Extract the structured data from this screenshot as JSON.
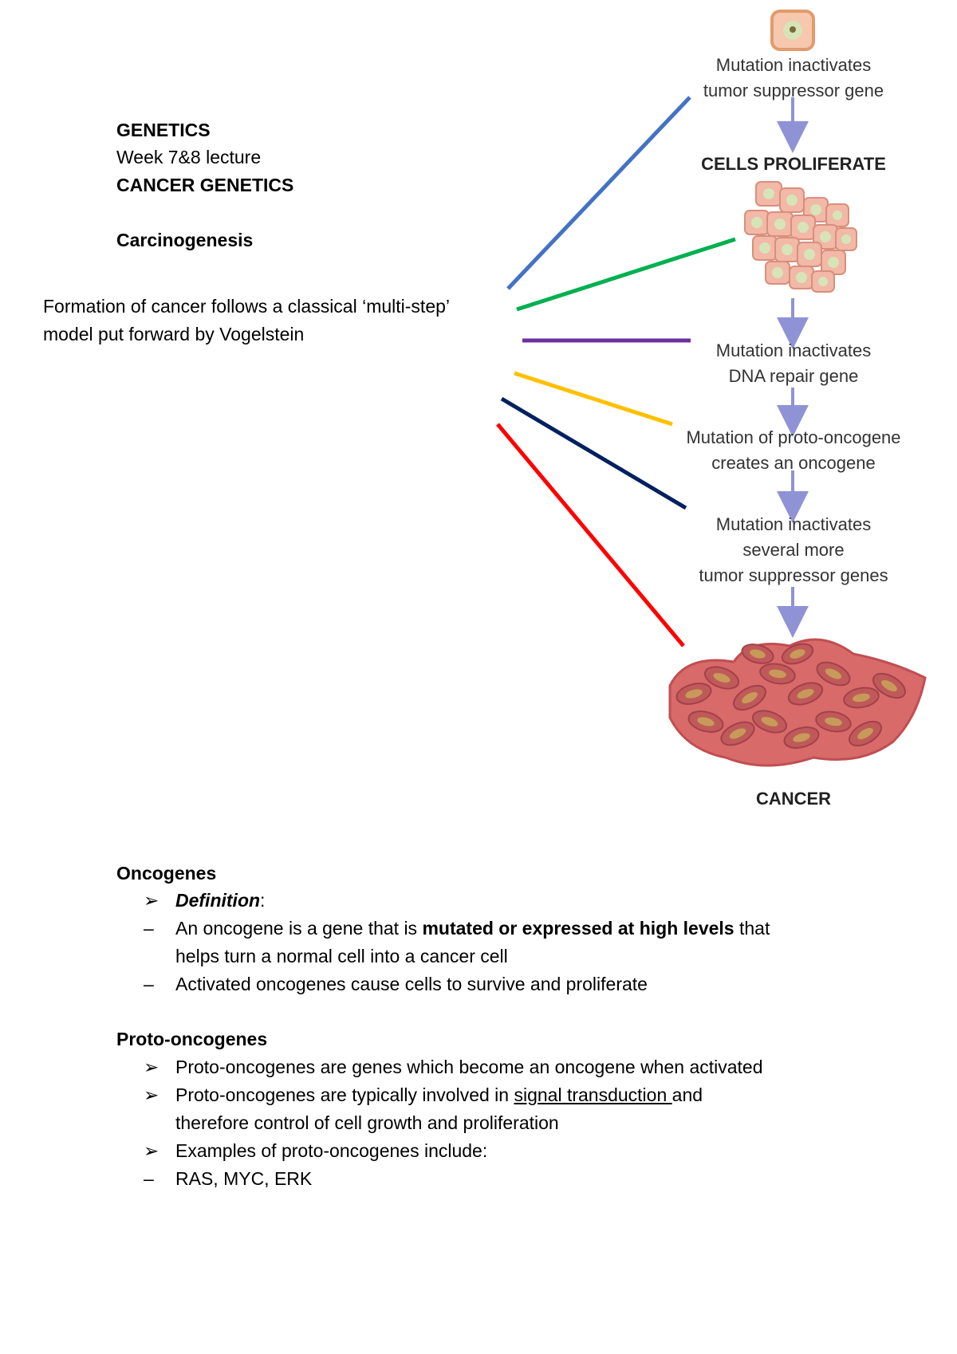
{
  "header": {
    "course": "GENETICS",
    "lecture": "Week 7&8 lecture",
    "topic": "CANCER GENETICS",
    "section": "Carcinogenesis"
  },
  "intro": {
    "line1": "Formation of cancer follows a classical ‘multi-step’",
    "line2": "model put forward by Vogelstein"
  },
  "diagram": {
    "step1_line1": "Mutation inactivates",
    "step1_line2": "tumor suppressor gene",
    "proliferate": "CELLS PROLIFERATE",
    "step2_line1": "Mutation inactivates",
    "step2_line2": "DNA repair gene",
    "step3_line1": "Mutation of proto-oncogene",
    "step3_line2": "creates an oncogene",
    "step4_line1": "Mutation inactivates",
    "step4_line2": "several more",
    "step4_line3": "tumor suppressor genes",
    "cancer": "CANCER",
    "connector_colors": [
      "#4472c4",
      "#00b050",
      "#7030a0",
      "#ffc000",
      "#002060",
      "#ff0000"
    ]
  },
  "oncogenes": {
    "heading": "Oncogenes",
    "definition_label": "Definition",
    "definition_colon": ":",
    "item1_a": "An oncogene is a gene that is ",
    "item1_b": "mutated or expressed at high levels",
    "item1_c": " that",
    "item1_d": "helps turn a normal cell into a cancer cell",
    "item2": "Activated oncogenes cause cells to survive and proliferate"
  },
  "proto": {
    "heading": "Proto-oncogenes",
    "item1": "Proto-oncogenes are genes which become an oncogene when activated",
    "item2_a": "Proto-oncogenes are typically involved in ",
    "item2_b": "signal transduction ",
    "item2_c": "and",
    "item2_d": "therefore control of cell growth and proliferation",
    "item3": "Examples of proto-oncogenes include:",
    "item4": "RAS, MYC, ERK"
  },
  "symbols": {
    "arrow_bullet": "➢",
    "dash_bullet": "–"
  }
}
